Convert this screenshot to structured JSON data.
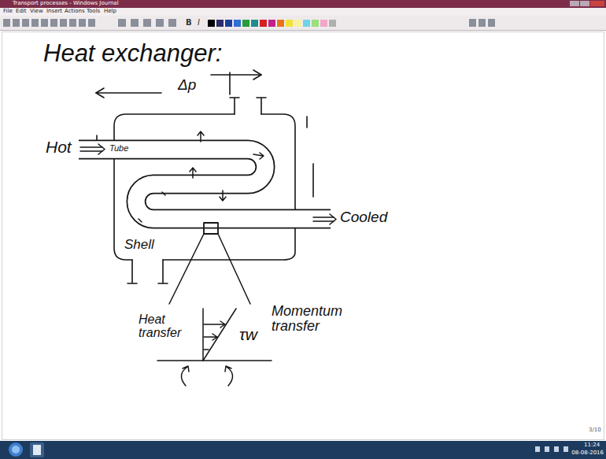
{
  "diagram": {
    "labels": [
      "Transport processes - Windows Journal",
      "File",
      "Edit",
      "View",
      "Insert",
      "Actions",
      "Tools",
      "Help",
      "B",
      "I",
      "Heat exchanger:",
      "Δp",
      "Hot",
      "Tube",
      "Cooled",
      "Shell",
      "Heat transfer",
      "τw",
      "Momentum transfer",
      "3/10",
      "11:24",
      "08-08-2016"
    ]
  }
}
